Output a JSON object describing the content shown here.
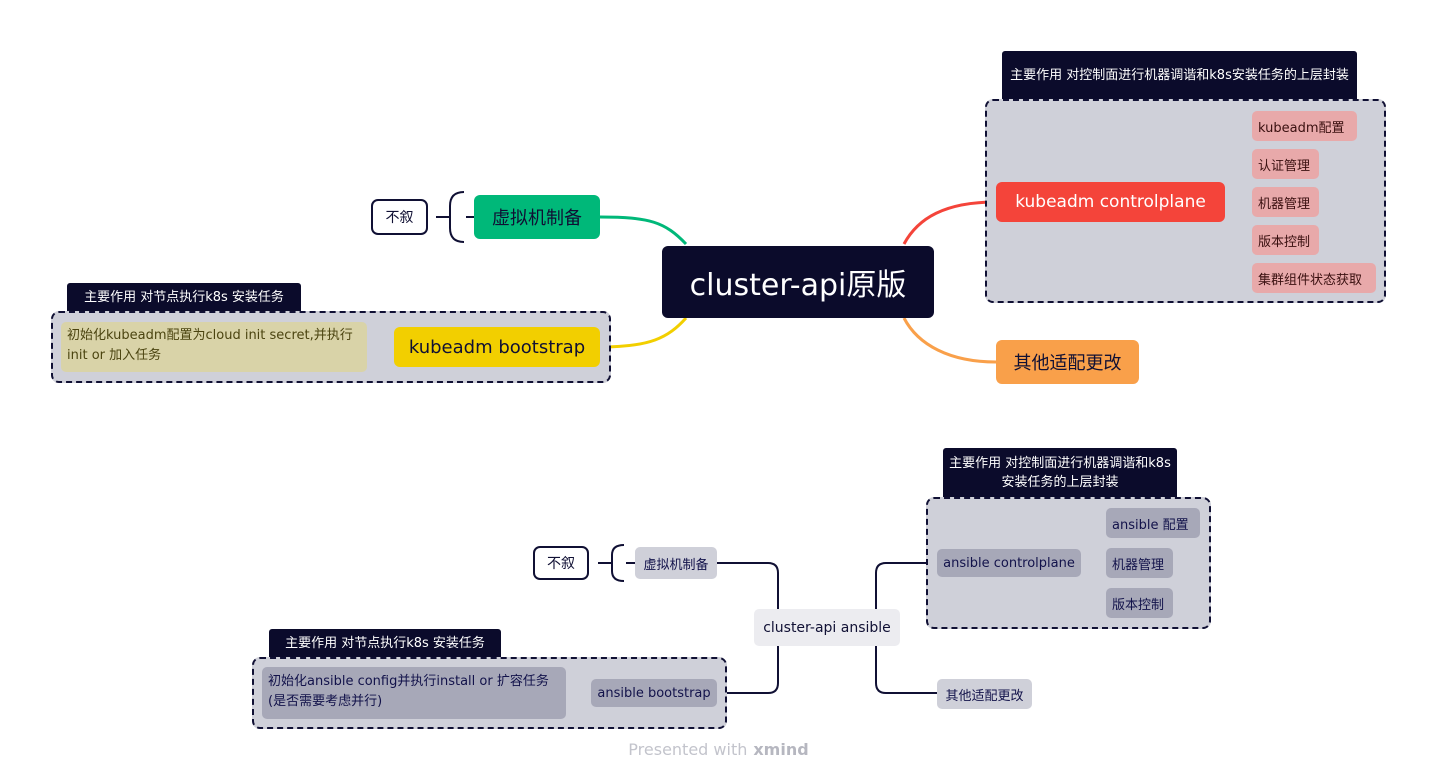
{
  "map1": {
    "central": "cluster-api原版",
    "vm_topic": "虚拟机制备",
    "vm_note": "不叙",
    "controlplane": {
      "topic": "kubeadm controlplane",
      "summary_label": "主要作用 对控制面进行机器调谐和k8s安装任务的上层封装",
      "children": [
        "kubeadm配置",
        "认证管理",
        "机器管理",
        "版本控制",
        "集群组件状态获取"
      ]
    },
    "bootstrap": {
      "topic": "kubeadm bootstrap",
      "summary_label": "主要作用 对节点执行k8s 安装任务",
      "description": "初始化kubeadm配置为cloud init secret,并执行init or 加入任务"
    },
    "other": "其他适配更改"
  },
  "map2": {
    "central": "cluster-api ansible",
    "vm_topic": "虚拟机制备",
    "vm_note": "不叙",
    "controlplane": {
      "topic": "ansible controlplane",
      "summary_label": "主要作用 对控制面进行机器调谐和k8s安装任务的上层封装",
      "children": [
        "ansible 配置",
        "机器管理",
        "版本控制"
      ]
    },
    "bootstrap": {
      "topic": "ansible bootstrap",
      "summary_label": "主要作用 对节点执行k8s 安装任务",
      "description": "初始化ansible config并执行install or 扩容任务(是否需要考虑并行)"
    },
    "other": "其他适配更改"
  },
  "footer": {
    "prefix": "Presented with",
    "brand": "xmind"
  },
  "colors": {
    "central_dark": "#0b0b2b",
    "vm_green": "#00b879",
    "bootstrap_yellow": "#f2cf00",
    "controlplane_red": "#f4443a",
    "other_orange": "#f9a04a",
    "summary_gray": "#cfd0d9"
  }
}
